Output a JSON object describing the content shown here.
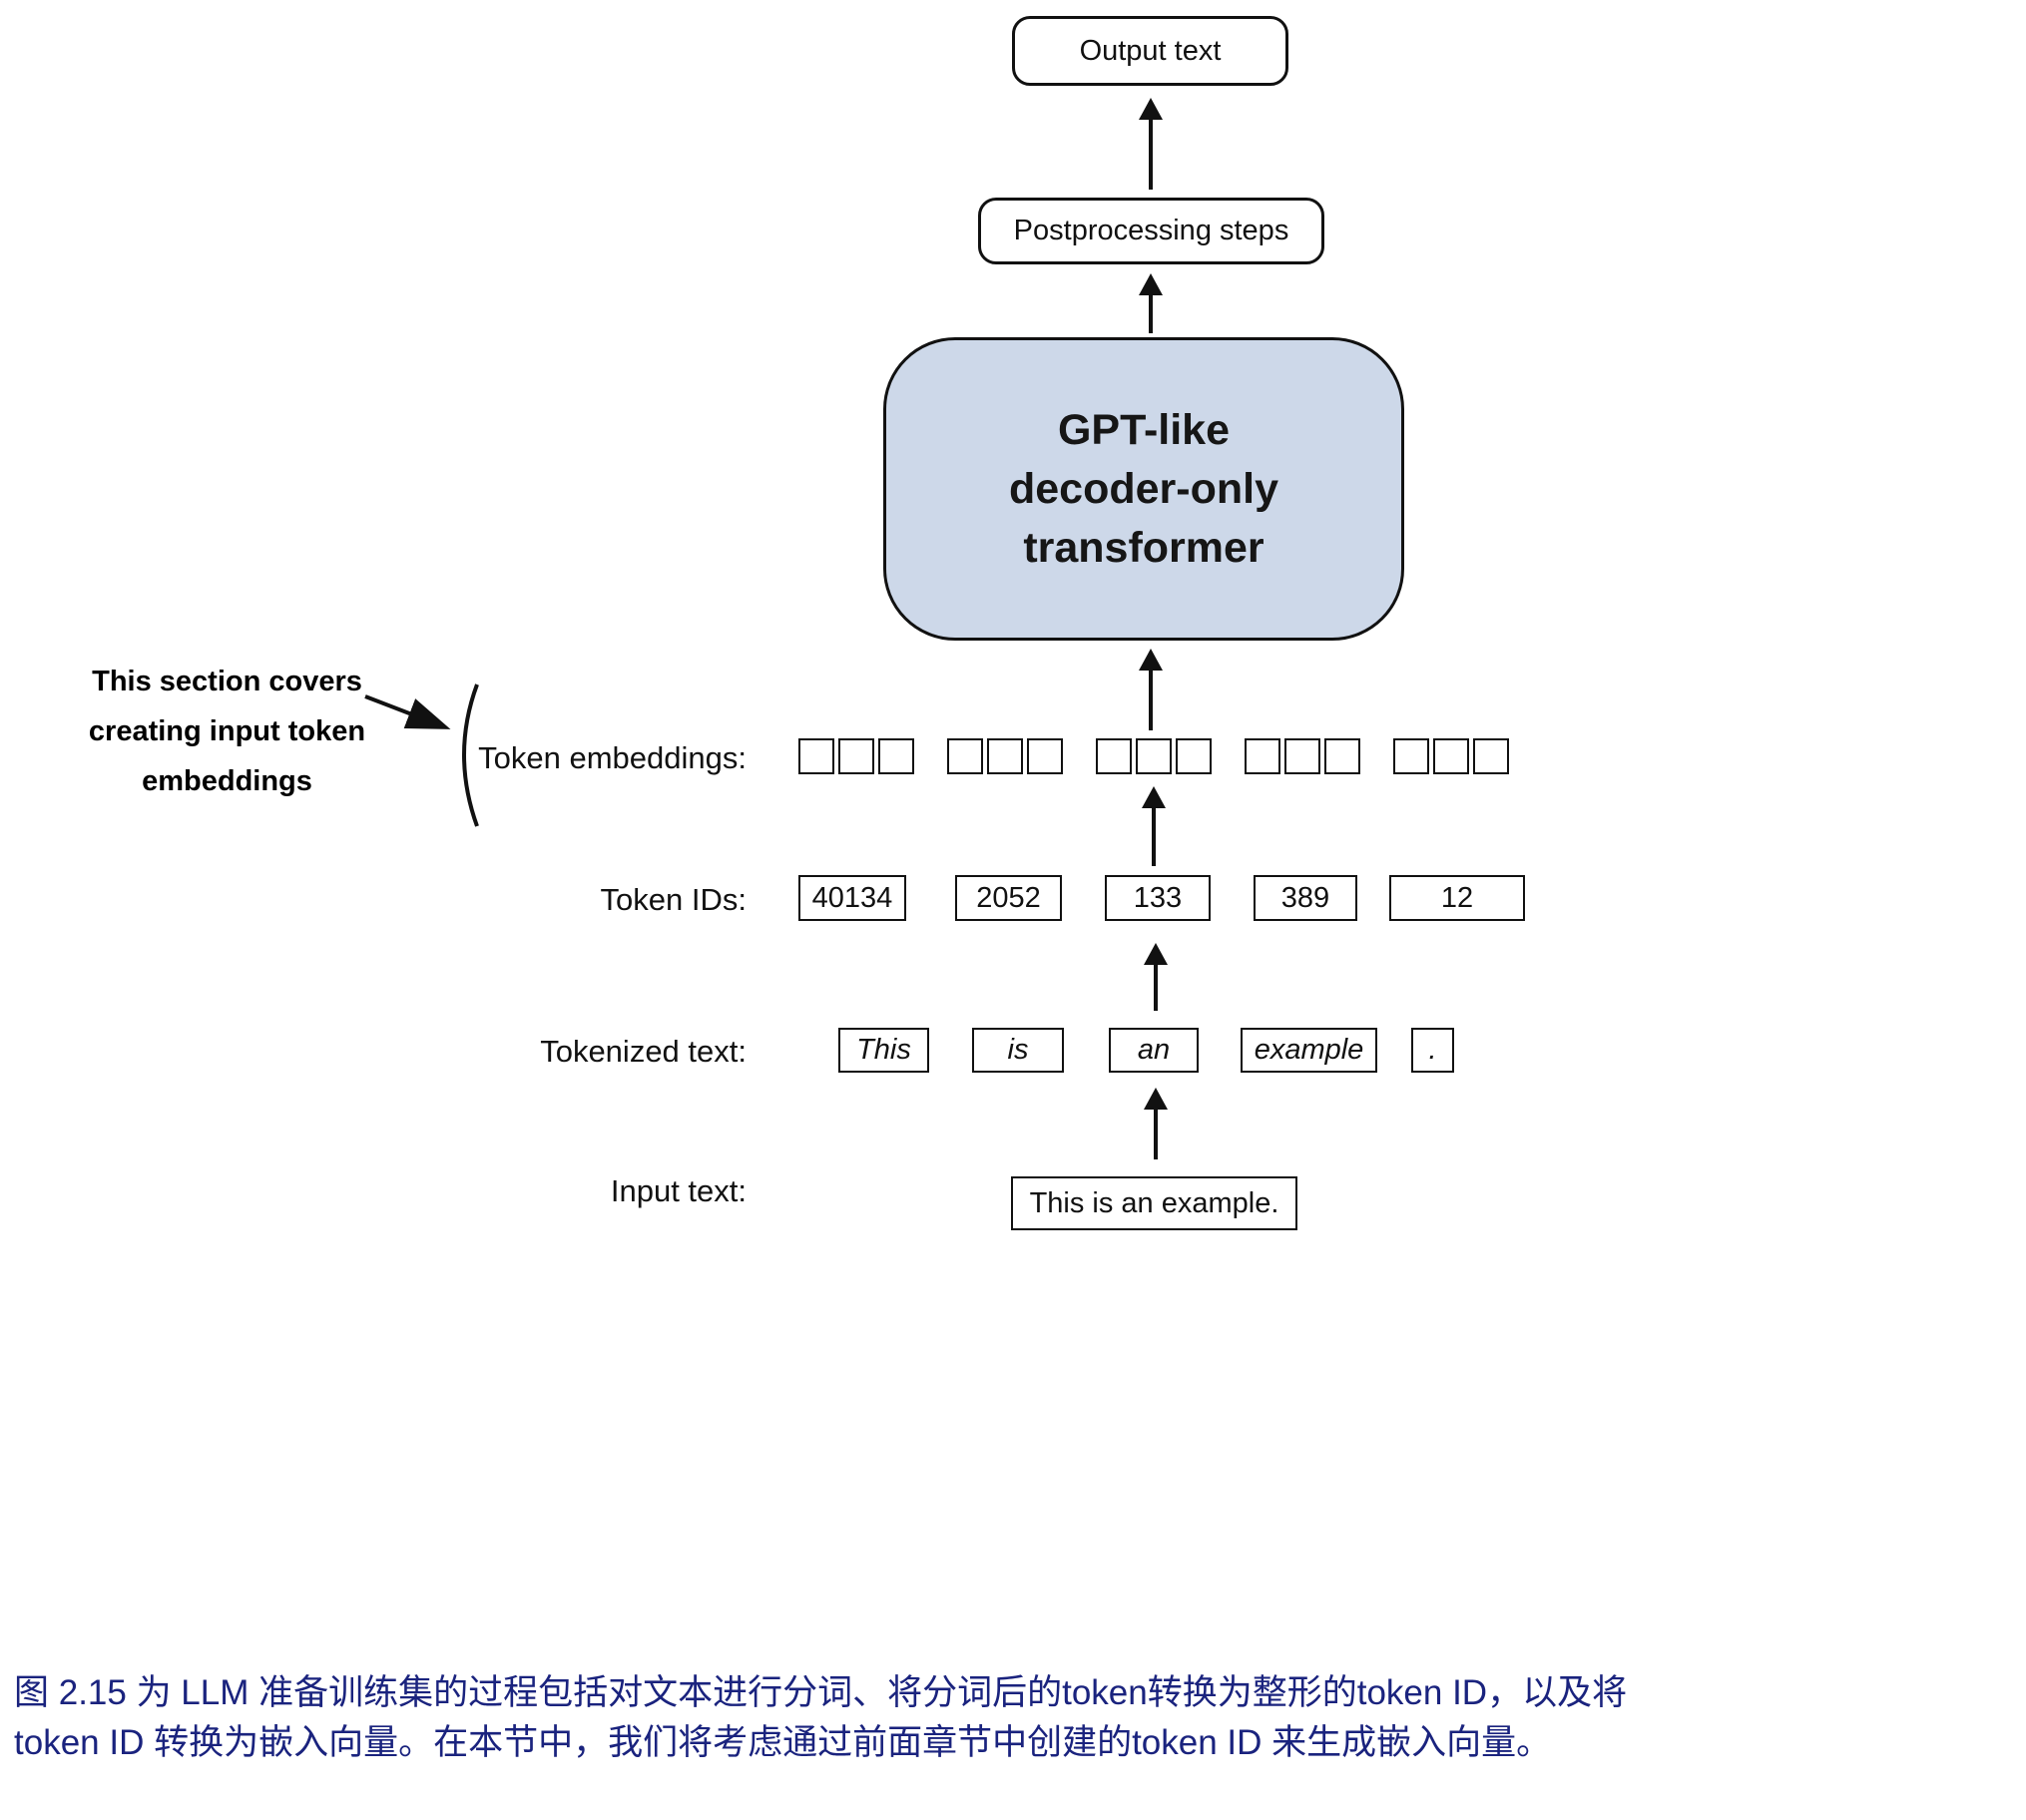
{
  "flow": {
    "output_text": "Output text",
    "postprocessing": "Postprocessing steps",
    "transformer_label": "GPT-like\ndecoder-only\ntransformer"
  },
  "rows": {
    "token_embeddings": {
      "label": "Token embeddings:",
      "groups": 5,
      "squares_per_group": 3
    },
    "token_ids": {
      "label": "Token IDs:",
      "values": [
        "40134",
        "2052",
        "133",
        "389",
        "12"
      ]
    },
    "tokenized": {
      "label": "Tokenized text:",
      "values": [
        "This",
        "is",
        "an",
        "example",
        "."
      ]
    },
    "input": {
      "label": "Input text:",
      "value": "This is an example."
    }
  },
  "annotation": {
    "lines": [
      "This section covers",
      "creating input token",
      "embeddings"
    ]
  },
  "caption": {
    "line1": "图 2.15 为 LLM 准备训练集的过程包括对文本进行分词、将分词后的token转换为整形的token ID，以及将",
    "line2": "token ID 转换为嵌入向量。在本节中，我们将考虑通过前面章节中创建的token ID 来生成嵌入向量。"
  },
  "colors": {
    "transformer_fill": "#cdd8e9",
    "line_color": "#111111",
    "caption_color": "#1a237e"
  }
}
